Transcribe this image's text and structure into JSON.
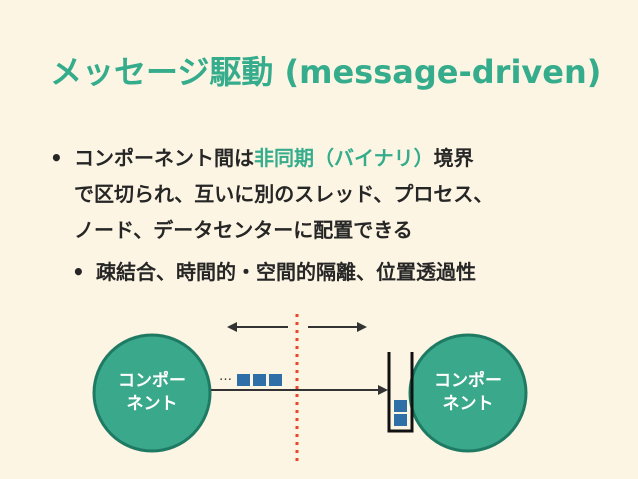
{
  "title": "メッセージ駆動 (message-driven)",
  "bullets": [
    {
      "parts": [
        {
          "text": "コンポーネント間は",
          "highlight": false
        },
        {
          "text": "非同期（バイナリ）",
          "highlight": true
        },
        {
          "text": "境界",
          "highlight": false
        }
      ],
      "line2": "で区切られ、互いに別のスレッド、プロセス、",
      "line3": "ノード、データセンターに配置できる"
    }
  ],
  "sub_bullet": "疎結合、時間的・空間的隔離、位置透過性",
  "bullet_glyph": "•",
  "diagram": {
    "left_node_label": [
      "コンポー",
      "ネント"
    ],
    "right_node_label": [
      "コンポー",
      "ネント"
    ],
    "ellipsis": "…",
    "in_flight_messages": 3,
    "queued_messages": 2,
    "colors": {
      "accent": "#35ad8c",
      "node_fill": "#3aa88a",
      "node_stroke": "#1f7a64",
      "message": "#2f6fa8",
      "boundary": "#e8452a",
      "arrow": "#333333",
      "background": "#fdf5e3"
    }
  }
}
